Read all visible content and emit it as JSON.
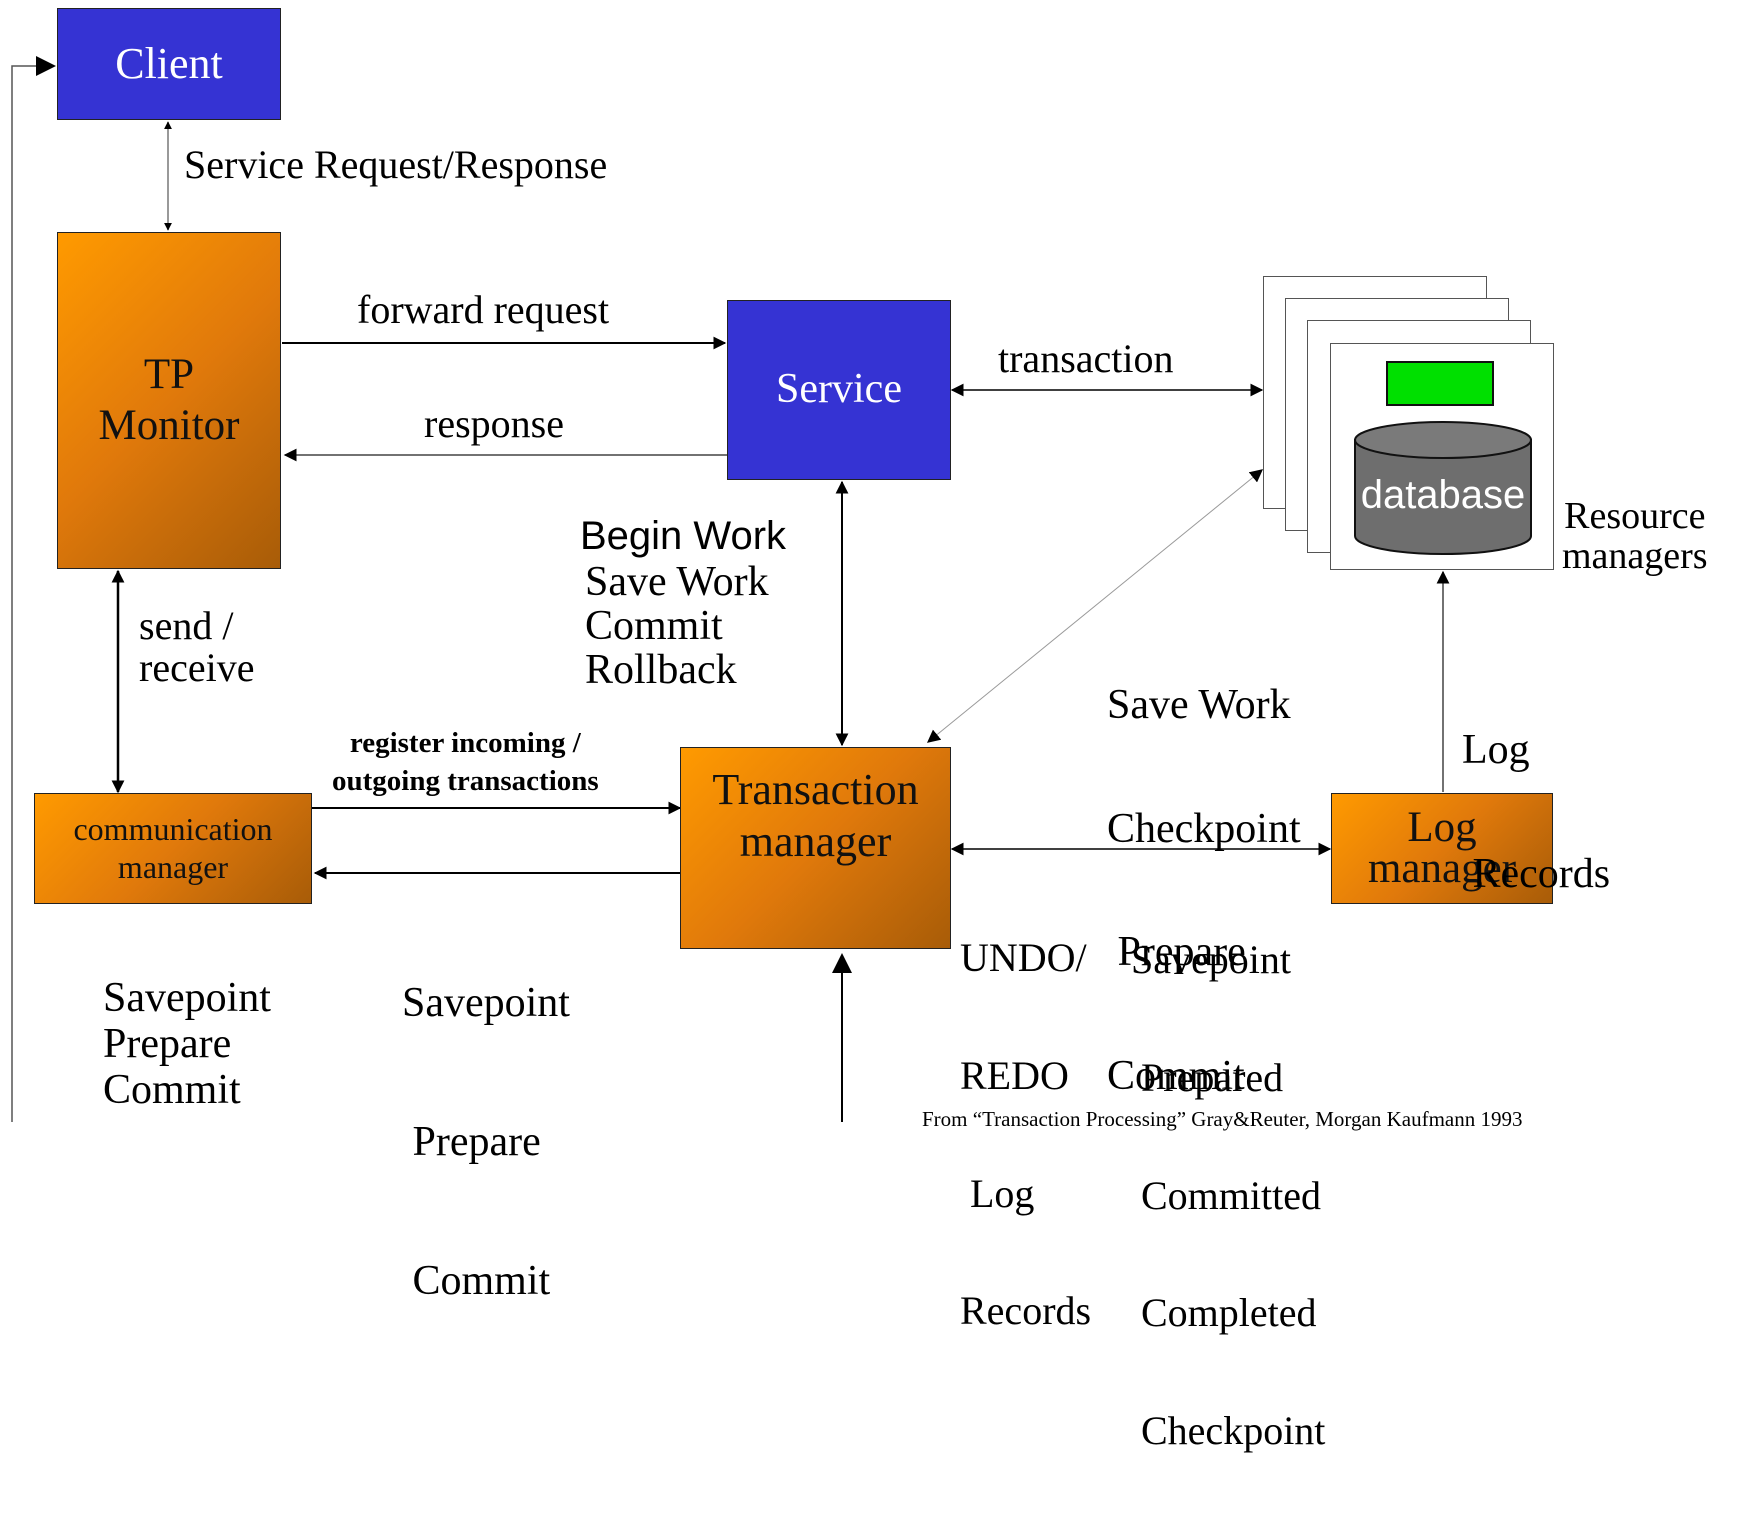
{
  "nodes": {
    "client": "Client",
    "tp_monitor": [
      "TP",
      "Monitor"
    ],
    "service": "Service",
    "transaction_manager": [
      "Transaction",
      "manager"
    ],
    "communication_manager": [
      "communication",
      "manager"
    ],
    "log_manager": [
      "Log",
      "manager"
    ],
    "database": "database",
    "resource_managers": [
      "Resource",
      "managers"
    ]
  },
  "edges": {
    "service_request_response": "Service Request/Response",
    "forward_request": "forward request",
    "response": "response",
    "transaction": "transaction",
    "send_receive": [
      "send /",
      "receive"
    ],
    "register_transactions": [
      "register incoming /",
      "outgoing transactions"
    ],
    "service_tm_begin": "Begin Work",
    "service_tm_calls": [
      "Save Work",
      "Commit",
      "Rollback"
    ],
    "rm_tm_calls": [
      "Save Work",
      "Checkpoint",
      " Prepare",
      "Commit"
    ],
    "log_records_up": [
      "Log",
      " Records"
    ],
    "undo_redo": [
      "UNDO/",
      "REDO",
      " Log",
      "Records"
    ],
    "tm_log_calls": [
      "Savepoint",
      " Prepared",
      " Committed",
      " Completed",
      " Checkpoint"
    ],
    "cm_calls": [
      "Savepoint",
      " Prepare",
      " Commit"
    ],
    "bottom_left_calls": [
      "Savepoint",
      "Prepare",
      "Commit"
    ]
  },
  "citation": "From “Transaction Processing” Gray&Reuter, Morgan Kaufmann 1993",
  "colors": {
    "blue_node": "#3533d3",
    "orange_node": "#ff9a00",
    "database_cylinder": "#6e6e6e",
    "database_indicator": "#00e000"
  }
}
